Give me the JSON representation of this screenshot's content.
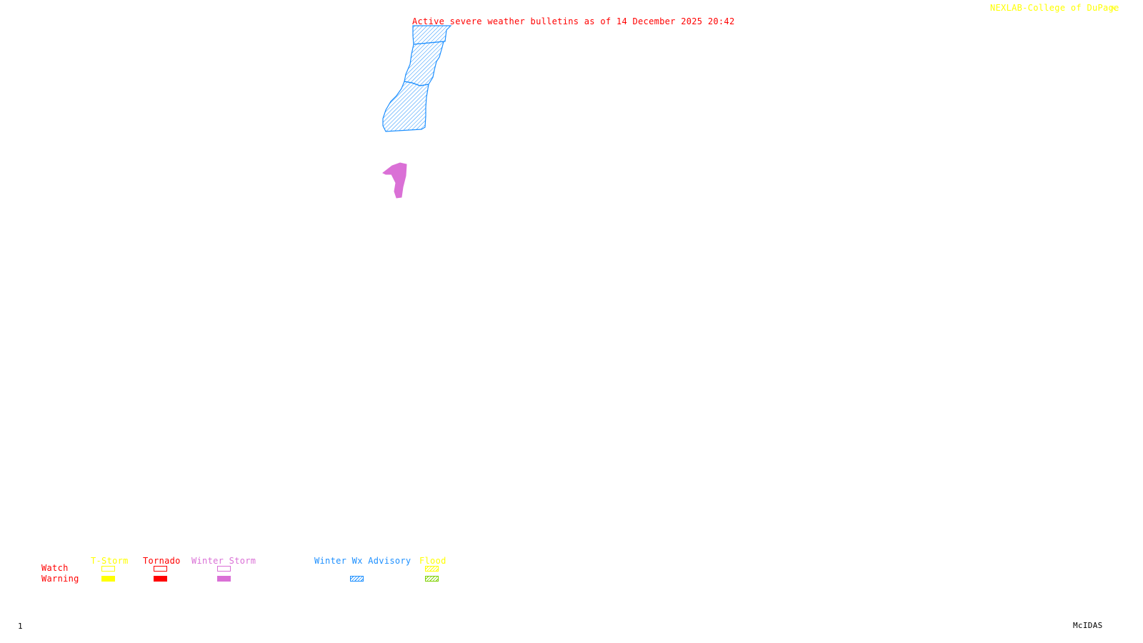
{
  "header": {
    "title": "Active severe weather bulletins as of 14 December 2025 20:42",
    "credit": "NEXLAB-College of DuPage",
    "credit_icon": "⇱"
  },
  "footer": {
    "frame_number": "1",
    "software": "McIDAS"
  },
  "map": {
    "polygons": [
      {
        "type": "Winter Wx Advisory",
        "style": "hatched",
        "color": "#1e90ff",
        "region": "northern zone"
      },
      {
        "type": "Winter Wx Advisory",
        "style": "hatched",
        "color": "#1e90ff",
        "region": "middle zone"
      },
      {
        "type": "Winter Wx Advisory",
        "style": "hatched",
        "color": "#1e90ff",
        "region": "southern zone"
      },
      {
        "type": "Winter Storm Warning",
        "style": "filled",
        "color": "#da70d6",
        "region": "small area south"
      }
    ]
  },
  "legend": {
    "rows": {
      "watch": "Watch",
      "warning": "Warning"
    },
    "categories": [
      {
        "label": "T-Storm",
        "color": "#ffff00",
        "watch": "outline",
        "warning": "filled"
      },
      {
        "label": "Tornado",
        "color": "#ff0000",
        "watch": "outline",
        "warning": "filled"
      },
      {
        "label": "Winter Storm",
        "color": "#da70d6",
        "watch": "outline",
        "warning": "filled"
      },
      {
        "label": "Winter Wx Advisory",
        "color": "#1e90ff",
        "warning": "hatched"
      },
      {
        "label": "Flood",
        "color": "#ffff00",
        "watch": "hatched",
        "warning": "hatched-green",
        "warning_color": "#7fd000"
      }
    ]
  }
}
